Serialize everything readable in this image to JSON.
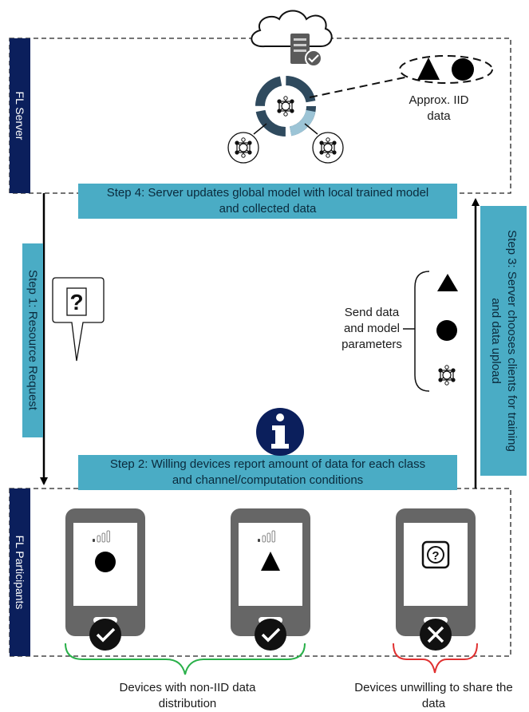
{
  "server_panel": {
    "label": "FL Server"
  },
  "participants_panel": {
    "label": "FL Participants"
  },
  "iid_note": {
    "line1": "Approx. IID",
    "line2": "data"
  },
  "steps": {
    "step1": "Step 1: Resource Request",
    "step2_line1": "Step 2: Willing devices report amount of data for each class",
    "step2_line2": "and channel/computation conditions",
    "step3_line1": "Step 3: Server chooses clients for training",
    "step3_line2": "and data upload",
    "step4_line1": "Step 4: Server updates global model with local trained model",
    "step4_line2": "and collected data"
  },
  "upload_note": {
    "line1": "Send data",
    "line2": "and model",
    "line3": "parameters"
  },
  "groups": {
    "non_iid_line1": "Devices with non-IID data",
    "non_iid_line2": "distribution",
    "unwilling_line1": "Devices unwilling to share the",
    "unwilling_line2": "data"
  },
  "colors": {
    "navy": "#0b1f5c",
    "teal": "#4aacc5",
    "dark_blue": "#2f4a5e",
    "light_blue": "#9cc4d6",
    "device_gray": "#666666",
    "green": "#00b050",
    "red": "#e03030"
  },
  "icons": [
    "cloud-icon",
    "server-icon",
    "check-badge-icon",
    "neural-network-icon",
    "question-bubble-icon",
    "info-icon",
    "signal-bars-icon",
    "check-circle-icon",
    "cross-circle-icon"
  ]
}
